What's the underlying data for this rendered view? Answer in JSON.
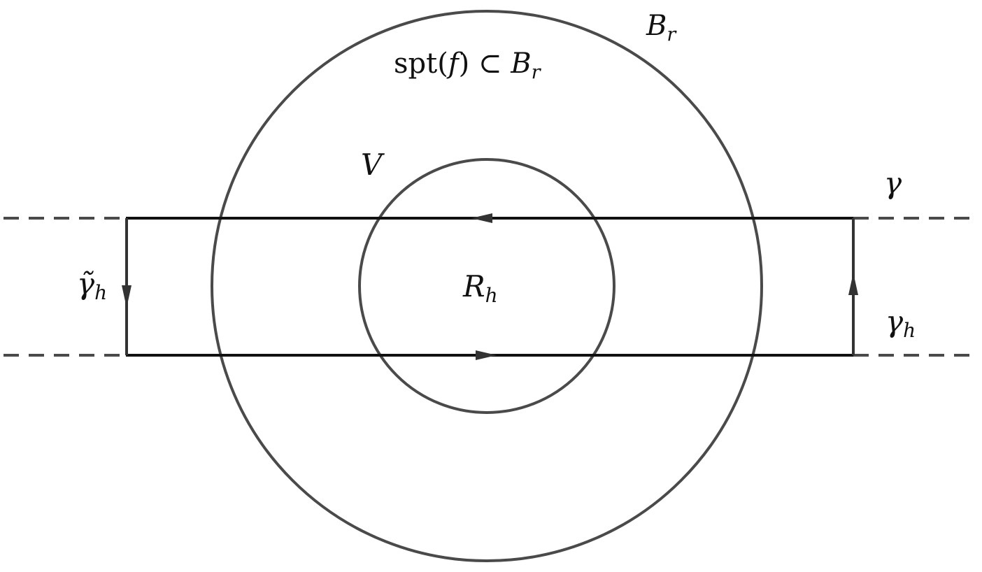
{
  "diagram": {
    "labels": {
      "outer_ball": {
        "main": "B",
        "sub": "r"
      },
      "support": {
        "prefix": "spt(",
        "var": "f",
        "mid": ") ⊂ ",
        "ball": "B",
        "sub": "r"
      },
      "inner_set": {
        "main": "V"
      },
      "rectangle": {
        "main": "R",
        "sub": "h"
      },
      "curve": {
        "main": "γ"
      },
      "shifted_curve": {
        "main": "γ",
        "sub": "h"
      },
      "reverse_curve": {
        "main": "γ̃",
        "sub": "h"
      }
    },
    "colors": {
      "circle_stroke": "#4a4a4a",
      "rectangle_stroke": "#111111",
      "dashed_line": "#4a4a4a",
      "arrow_fill": "#333333",
      "background": "#ffffff"
    },
    "line_styles": {
      "horizontal_lines": "dashed",
      "circles": "solid",
      "rectangle": "solid"
    },
    "arrow_directions": {
      "top_edge": "left",
      "bottom_edge": "right",
      "left_edge": "down",
      "right_edge": "up"
    }
  }
}
